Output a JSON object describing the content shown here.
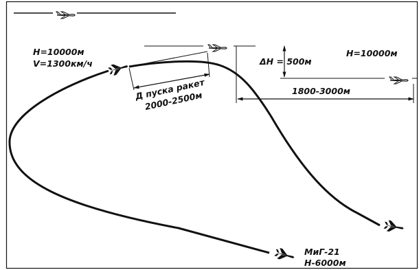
{
  "diagram": {
    "attacker_start": {
      "altitude": "H=10000м",
      "speed": "V=1300км/ч"
    },
    "launch": {
      "label": "Д пуска ракет",
      "range": "2000-2500м"
    },
    "altitude_diff": "ΔH = 500м",
    "target_altitude": "H=10000м",
    "pursuit_distance": "1800-3000м",
    "attacker_end": {
      "type": "МиГ-21",
      "altitude": "H-6000м"
    }
  }
}
